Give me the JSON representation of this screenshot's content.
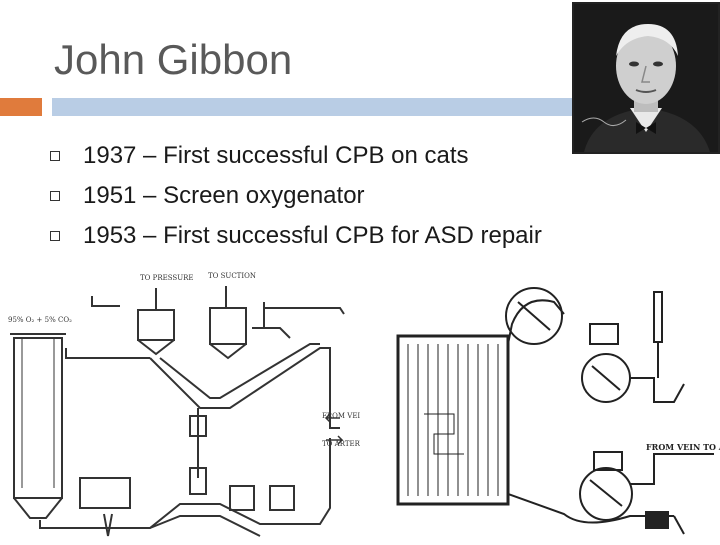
{
  "slide": {
    "title": "John Gibbon"
  },
  "bullets": [
    {
      "text": "1937 – First successful CPB on cats"
    },
    {
      "text": "1951 – Screen oxygenator"
    },
    {
      "text": "1953 – First successful CPB for ASD repair"
    }
  ],
  "diagram_left": {
    "labels": {
      "to_pressure": "TO PRESSURE",
      "to_suction": "TO SUCTION",
      "gas": "95% O₂ + 5% CO₂",
      "from_vein": "FROM VEIN",
      "to_artery": "TO ARTERY"
    }
  },
  "diagram_right": {
    "labels": {
      "from_vein_to_artery": "FROM VEIN TO ARTERY"
    }
  },
  "colors": {
    "accent_orange": "#e07b3c",
    "accent_blue": "#b9cde5",
    "title_gray": "#595959"
  }
}
